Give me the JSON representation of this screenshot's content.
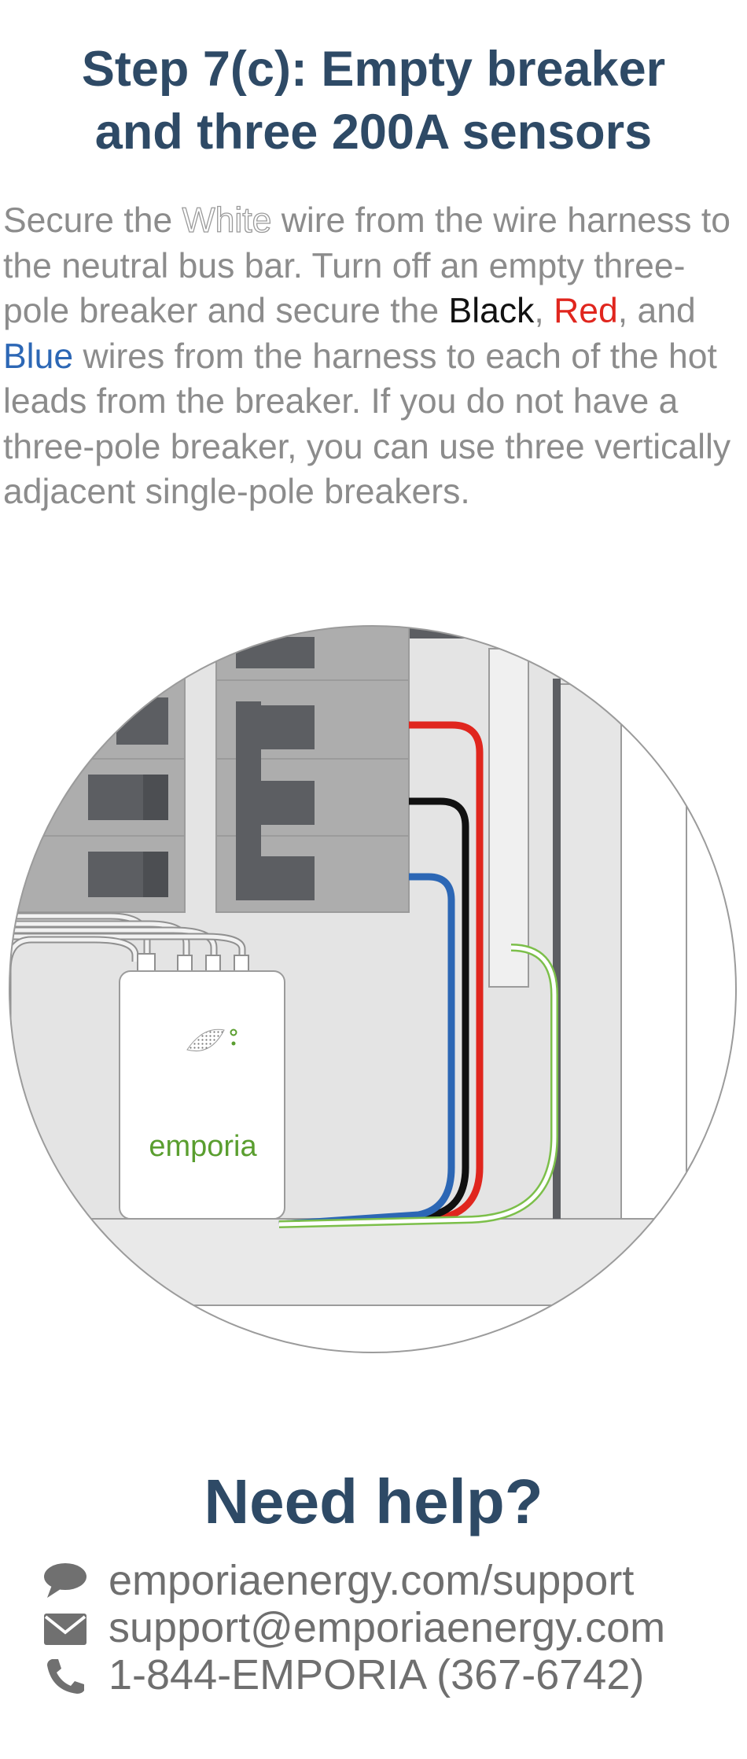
{
  "title": {
    "line1": "Step 7(c): Empty breaker",
    "line2": "and three 200A sensors"
  },
  "instructions": {
    "t1": "Secure the ",
    "white": "White",
    "t2": " wire from the wire harness to the neutral bus bar. Turn off an empty three-pole breaker and secure the ",
    "black": "Black",
    "t3": ", ",
    "red": "Red",
    "t4": ", and ",
    "blue": "Blue",
    "t5": " wires from the harness to each of the hot leads from the breaker. If you do not have a three-pole breaker, you can use three vertically adjacent single-pole breakers."
  },
  "illustration": {
    "device_logo": "emporia",
    "wire_colors": {
      "red": "#e0261e",
      "black": "#111111",
      "blue": "#2c67b5",
      "white": "#ffffff",
      "outline_green": "#7cbf4a"
    },
    "brand_green": "#5a9e2f"
  },
  "help": {
    "title": "Need help?",
    "website": "emporiaenergy.com/support",
    "email": "support@emporiaenergy.com",
    "phone": "1-844-EMPORIA (367-6742)"
  },
  "icons": {
    "website": "chat-bubble-icon",
    "email": "envelope-icon",
    "phone": "phone-icon"
  },
  "colors": {
    "heading": "#2e4a66",
    "body_text": "#8c8c8c",
    "contact_text": "#6f6f6f"
  }
}
